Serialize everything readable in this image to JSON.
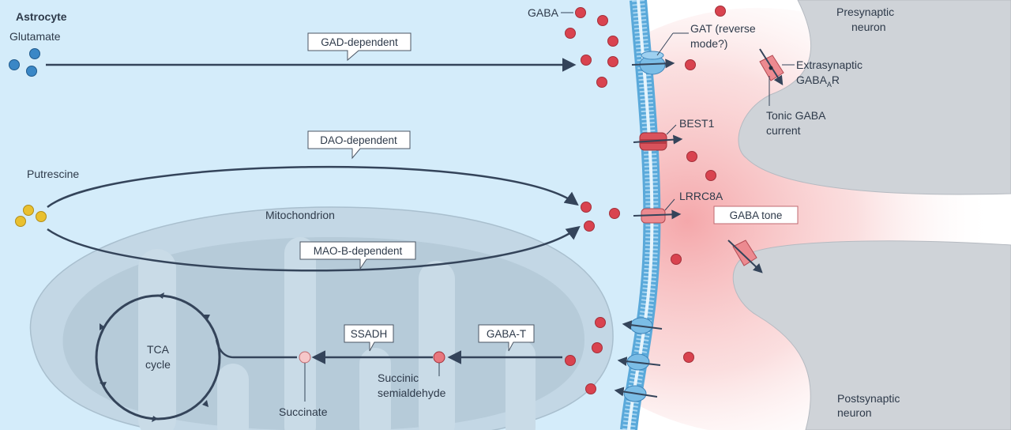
{
  "labels": {
    "astrocyte": "Astrocyte",
    "glutamate": "Glutamate",
    "gaba": "GABA",
    "putrescine": "Putrescine",
    "mitochondrion": "Mitochondrion",
    "tca_line1": "TCA",
    "tca_line2": "cycle",
    "succinate": "Succinate",
    "succinic_line1": "Succinic",
    "succinic_line2": "semialdehyde",
    "gat_line1": "GAT (reverse",
    "gat_line2": "mode?)",
    "best1": "BEST1",
    "lrrc8a": "LRRC8A",
    "presyn_line1": "Presynaptic",
    "presyn_line2": "neuron",
    "postsyn_line1": "Postsynaptic",
    "postsyn_line2": "neuron",
    "extrasyn_line1": "Extrasynaptic",
    "extrasyn_gaba": "GABA",
    "extrasyn_sub": "A",
    "extrasyn_r": "R",
    "tonic_line1": "Tonic GABA",
    "tonic_line2": "current"
  },
  "boxes": {
    "gad": "GAD-dependent",
    "dao": "DAO-dependent",
    "maob": "MAO-B-dependent",
    "ssadh": "SSADH",
    "gabat": "GABA-T",
    "gaba_tone": "GABA tone"
  },
  "colors": {
    "astrocyte_bg": "#d4ecfa",
    "mitochondrion": "#c5d9e6",
    "membrane": "#7ec3ea",
    "gaba_molecule": "#d9434f",
    "glutamate_molecule": "#3a87c6",
    "putrescine_molecule": "#e9c02f",
    "neuron": "#cfd3d8",
    "arrow": "#34445a",
    "gaba_tone_glow": "#f6b5b7",
    "channel_red": "#d9525b"
  }
}
